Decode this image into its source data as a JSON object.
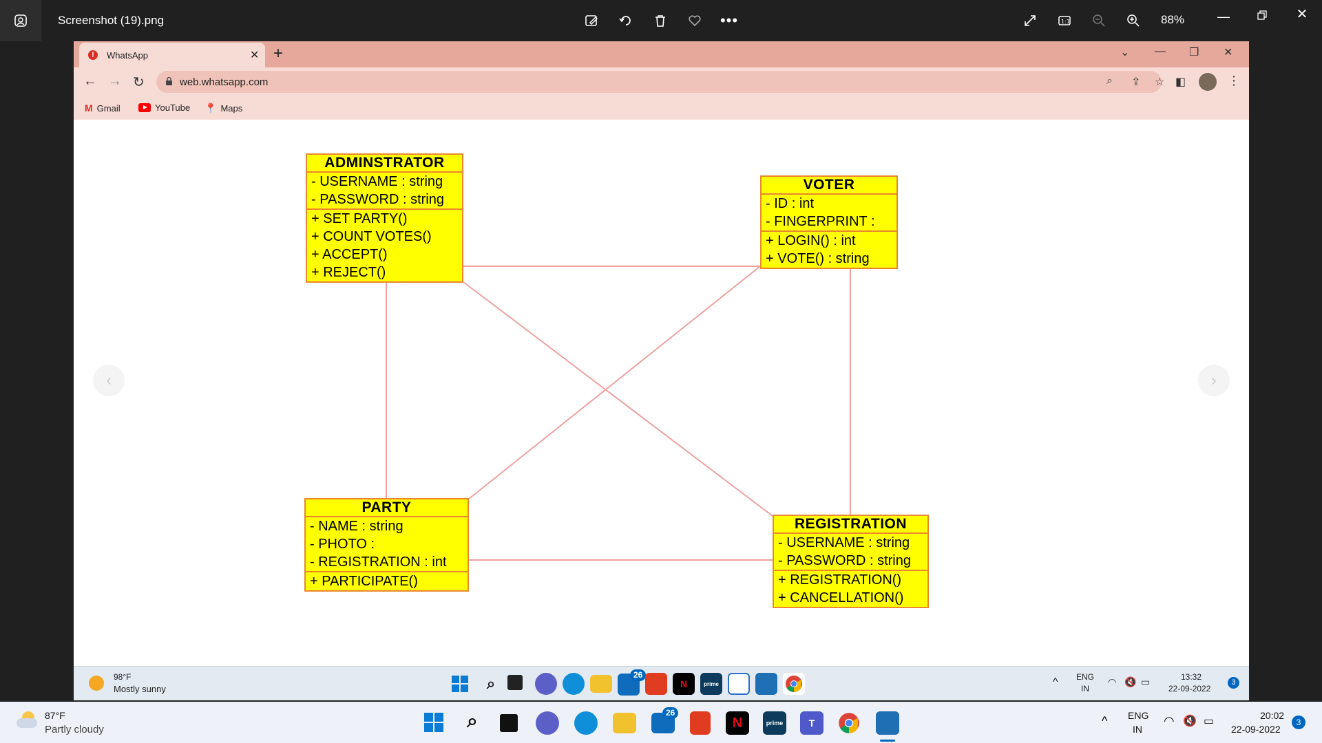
{
  "viewer": {
    "title": "Screenshot (19).png",
    "zoom": "88%"
  },
  "browser": {
    "tab_title": "WhatsApp",
    "url": "web.whatsapp.com",
    "new_tab": "+",
    "bookmarks": [
      "Gmail",
      "YouTube",
      "Maps"
    ]
  },
  "diagram": {
    "classes": [
      {
        "name": "ADMINSTRATOR",
        "attributes": [
          "- USERNAME : string",
          "- PASSWORD : string"
        ],
        "methods": [
          "+ SET PARTY()",
          "+ COUNT VOTES()",
          "+ ACCEPT()",
          "+ REJECT()"
        ]
      },
      {
        "name": "VOTER",
        "attributes": [
          "- ID : int",
          "- FINGERPRINT :"
        ],
        "methods": [
          "+ LOGIN() : int",
          "+ VOTE() : string"
        ]
      },
      {
        "name": "PARTY",
        "attributes": [
          "- NAME : string",
          "- PHOTO :",
          "- REGISTRATION : int"
        ],
        "methods": [
          "+ PARTICIPATE()"
        ]
      },
      {
        "name": "REGISTRATION",
        "attributes": [
          "- USERNAME : string",
          "- PASSWORD : string"
        ],
        "methods": [
          "+ REGISTRATION()",
          "+ CANCELLATION()"
        ]
      }
    ],
    "line_color": "#f0a0a0",
    "box_fill": "#ffff00",
    "box_border": "#e8882f"
  },
  "inner_taskbar": {
    "weather_temp": "98°F",
    "weather_desc": "Mostly sunny",
    "mail_badge": "26",
    "lang": "ENG",
    "region": "IN",
    "time": "13:32",
    "date": "22-09-2022",
    "notifications": "3"
  },
  "outer_taskbar": {
    "weather_temp": "87°F",
    "weather_desc": "Partly cloudy",
    "mail_badge": "26",
    "lang": "ENG",
    "region": "IN",
    "time": "20:02",
    "date": "22-09-2022",
    "notifications": "3"
  }
}
